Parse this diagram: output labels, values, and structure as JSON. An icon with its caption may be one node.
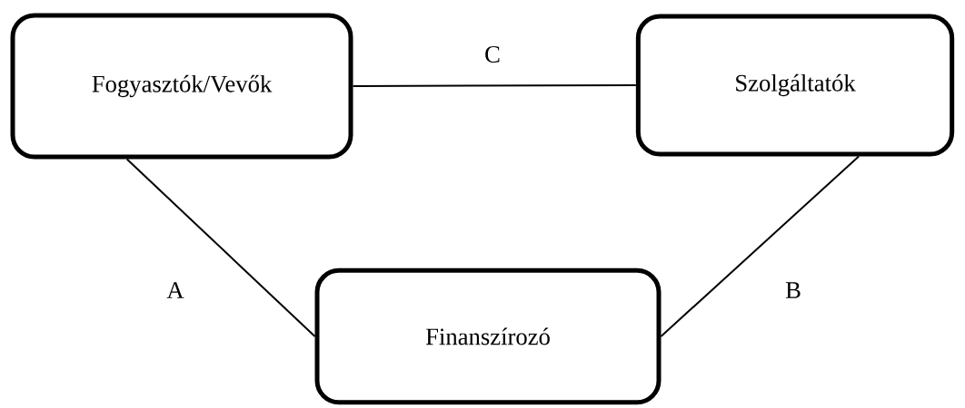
{
  "diagram": {
    "nodes": [
      {
        "text": [
          "Fogyasztók/Vevők"
        ]
      },
      {
        "text": [
          "Szolgáltatók"
        ]
      },
      {
        "text": [
          "Finanszírozó"
        ]
      }
    ],
    "edges": [
      {
        "from": 0,
        "to": 1,
        "arrow": "none",
        "label": "C"
      },
      {
        "from": 0,
        "to": 2,
        "arrow": "none",
        "label": "A"
      },
      {
        "from": 1,
        "to": 2,
        "arrow": "none",
        "label": "B"
      }
    ]
  }
}
